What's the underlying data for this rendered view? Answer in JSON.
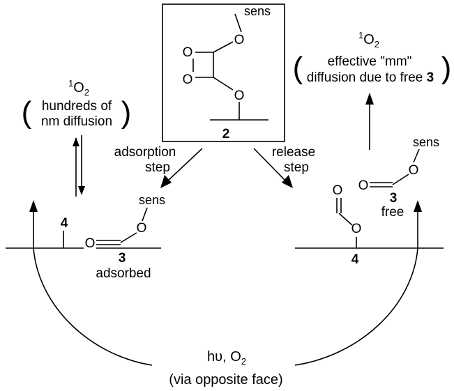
{
  "center_box": {
    "atoms": {
      "o1": "O",
      "o2": "O",
      "o3": "O",
      "o_sens": "O"
    },
    "sens": "sens",
    "compound": "2"
  },
  "left": {
    "singlet_o2": {
      "sup": "1",
      "base": "O",
      "sub": "2"
    },
    "paren_line1": "hundreds of",
    "paren_line2": "nm diffusion",
    "step_label_1": "adsorption",
    "step_label_2": "step",
    "marker_4": "4",
    "sens": "sens",
    "o_carbonyl": "O",
    "o_ester": "O",
    "compound": "3",
    "state": "adsorbed"
  },
  "right": {
    "singlet_o2": {
      "sup": "1",
      "base": "O",
      "sub": "2"
    },
    "paren_line1": "effective \"mm\"",
    "paren_line2": "diffusion due to free ",
    "paren_line2_bold": "3",
    "step_label_1": "release",
    "step_label_2": "step",
    "sens": "sens",
    "o_carbonyl": "O",
    "o_ester": "O",
    "compound": "3",
    "state": "free",
    "o4_carbonyl": "O",
    "o4_ester": "O",
    "marker_4": "4"
  },
  "bottom": {
    "hv": "hυ, O",
    "hv_sub": "2",
    "via": "(via opposite face)"
  }
}
